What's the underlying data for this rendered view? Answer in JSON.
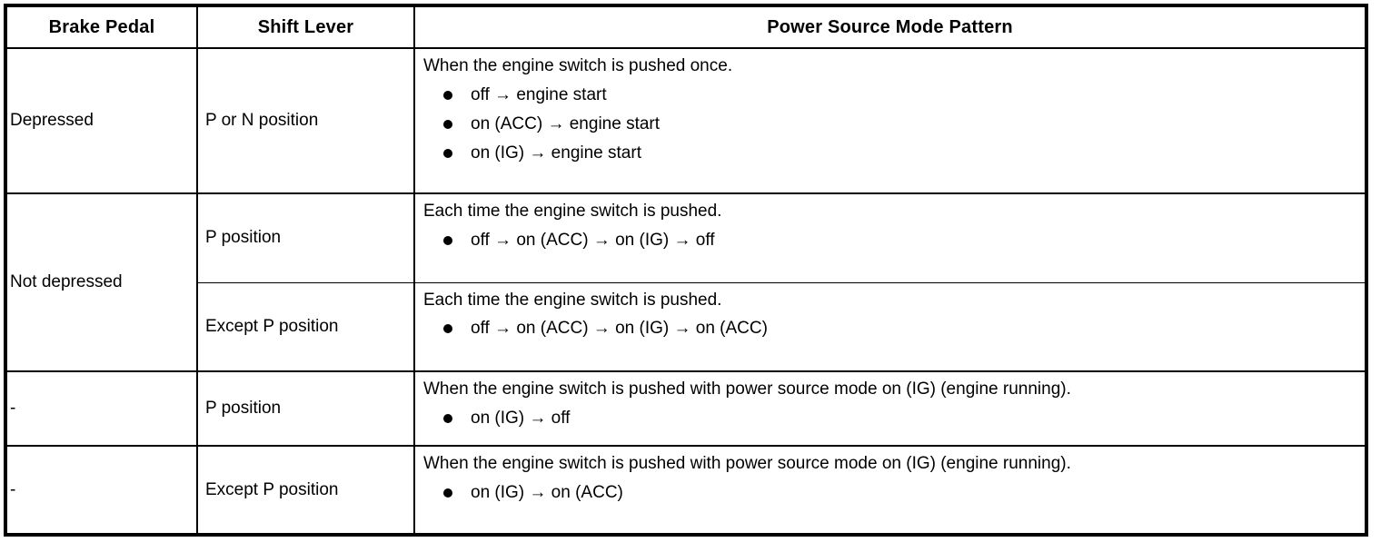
{
  "table": {
    "headers": {
      "brake": "Brake Pedal",
      "lever": "Shift Lever",
      "pattern": "Power Source Mode Pattern"
    },
    "rows": [
      {
        "brake": "Depressed",
        "lever": "P or N position",
        "lead": "When the engine switch is pushed once.",
        "modes": [
          "off → engine start",
          "on (ACC) → engine start",
          "on (IG) → engine start"
        ]
      },
      {
        "brake": "Not depressed",
        "lever": "P position",
        "lead": "Each time the engine switch is pushed.",
        "modes": [
          "off → on (ACC) → on (IG) → off"
        ]
      },
      {
        "brake": "",
        "lever": "Except P position",
        "lead": "Each time the engine switch is pushed.",
        "modes": [
          "off → on (ACC) → on (IG) → on (ACC)"
        ]
      },
      {
        "brake": "-",
        "lever": "P position",
        "lead": "When the engine switch is pushed with power source mode on (IG) (engine running).",
        "modes": [
          "on (IG) → off"
        ]
      },
      {
        "brake": "-",
        "lever": "Except P position",
        "lead": "When the engine switch is pushed with power source mode on (IG) (engine running).",
        "modes": [
          "on (IG) → on (ACC)"
        ]
      }
    ]
  }
}
